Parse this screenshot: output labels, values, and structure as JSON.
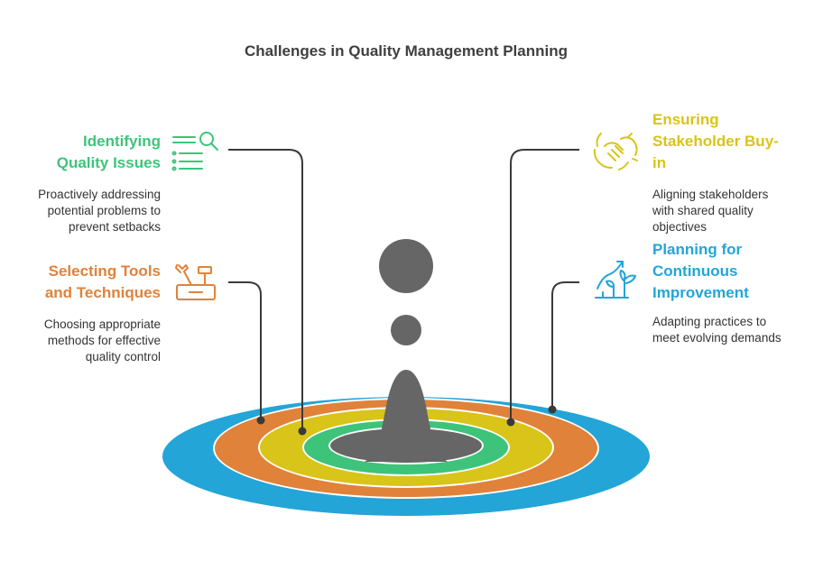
{
  "title": "Challenges in Quality Management Planning",
  "colors": {
    "green": "#3ec47a",
    "orange": "#e0823a",
    "yellow": "#d9c419",
    "blue": "#23a5d8",
    "gray": "#666666",
    "line": "#3a3a3a"
  },
  "items": {
    "identifying": {
      "heading": [
        "Identifying",
        "Quality Issues"
      ],
      "desc": [
        "Proactively addressing",
        "potential problems to",
        "prevent setbacks"
      ],
      "icon": "checklist-search-icon"
    },
    "selecting": {
      "heading": [
        "Selecting Tools",
        "and Techniques"
      ],
      "desc": [
        "Choosing appropriate",
        "methods for effective",
        "quality control"
      ],
      "icon": "toolbox-icon"
    },
    "ensuring": {
      "heading": [
        "Ensuring",
        "Stakeholder Buy-",
        "in"
      ],
      "desc": [
        "Aligning stakeholders",
        "with shared quality",
        "objectives"
      ],
      "icon": "handshake-icon"
    },
    "planning": {
      "heading": [
        "Planning for",
        "Continuous",
        "Improvement"
      ],
      "desc": [
        "Adapting practices to",
        "meet evolving demands"
      ],
      "icon": "growth-plant-icon"
    }
  }
}
